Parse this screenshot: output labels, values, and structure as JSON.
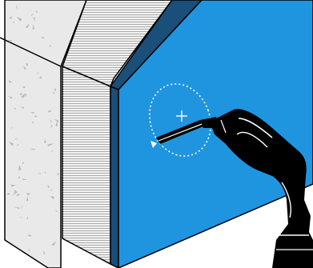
{
  "illustration": {
    "layers": [
      {
        "name": "concrete-wall",
        "label": ""
      },
      {
        "name": "insulation-layer",
        "label": ""
      },
      {
        "name": "blue-panel",
        "label": ""
      }
    ],
    "tool": "drill-icon",
    "highlight": "dashed-circle",
    "colors": {
      "panel_front": "#1f95e0",
      "panel_edge": "#1a4f7a",
      "concrete": "#e9e9e9",
      "concrete_fleck": "#b9b9b9",
      "insulation": "#f2f2f2",
      "stroke": "#000000",
      "drill": "#000000"
    }
  }
}
